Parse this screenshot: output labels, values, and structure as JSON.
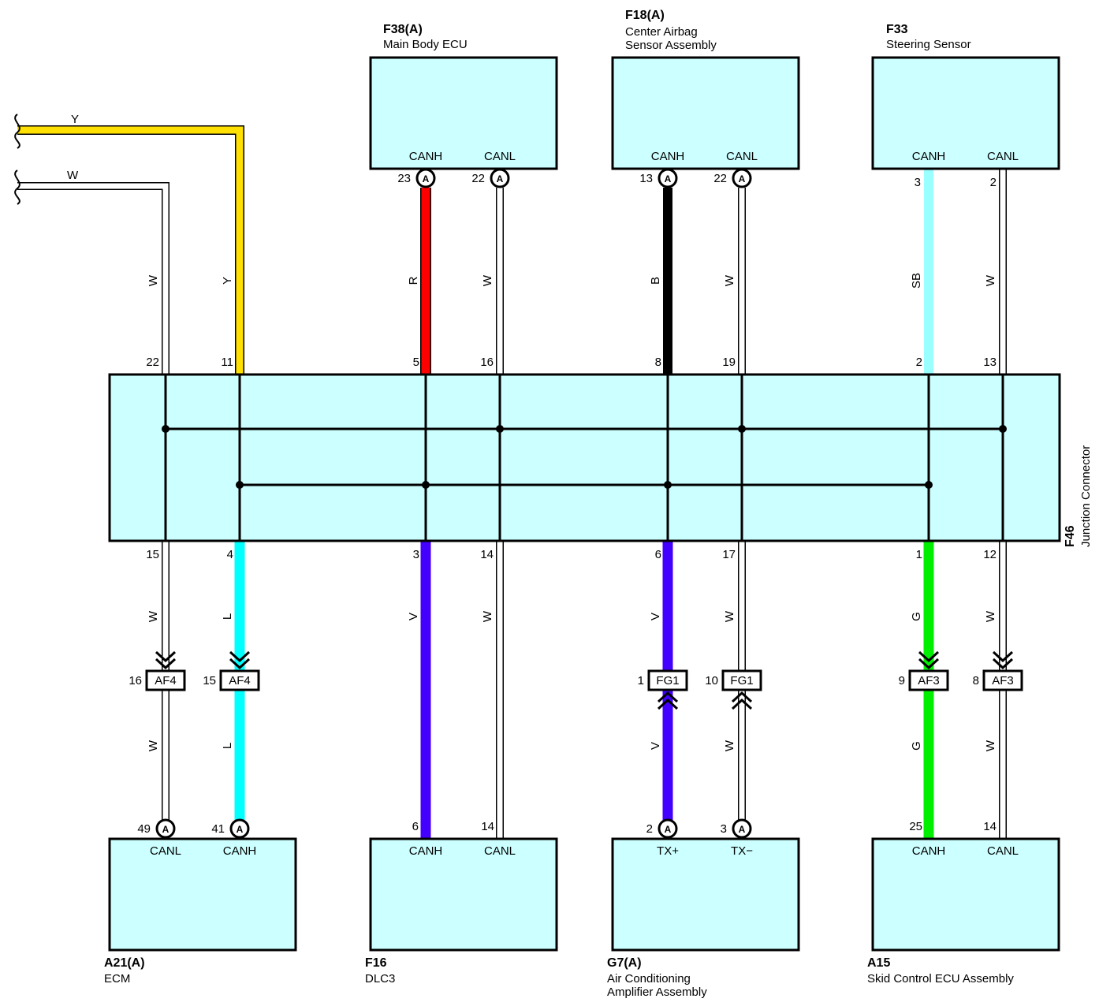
{
  "components": {
    "f38": {
      "id": "F38(A)",
      "name": "Main Body ECU"
    },
    "f18": {
      "id": "F18(A)",
      "name1": "Center Airbag",
      "name2": "Sensor Assembly"
    },
    "f33": {
      "id": "F33",
      "name": "Steering Sensor"
    },
    "a21": {
      "id": "A21(A)",
      "name": "ECM"
    },
    "f16": {
      "id": "F16",
      "name": "DLC3"
    },
    "g7": {
      "id": "G7(A)",
      "name1": "Air Conditioning",
      "name2": "Amplifier Assembly"
    },
    "a15": {
      "id": "A15",
      "name": "Skid Control ECU Assembly"
    },
    "f46": {
      "id": "F46",
      "name": "Junction Connector"
    }
  },
  "terminals": {
    "canh": "CANH",
    "canl": "CANL",
    "txp": "TX+",
    "txm": "TX−",
    "a": "A"
  },
  "connectors": {
    "af4": "AF4",
    "fg1": "FG1",
    "af3": "AF3"
  },
  "wire_colors": {
    "y": "Y",
    "w": "W",
    "r": "R",
    "b": "B",
    "sb": "SB",
    "l": "L",
    "v": "V",
    "g": "G"
  },
  "pins": {
    "f38_canh": "23",
    "f38_canl": "22",
    "f18_canh": "13",
    "f18_canl": "22",
    "f33_canh": "3",
    "f33_canl": "2",
    "j_top": [
      "22",
      "11",
      "5",
      "16",
      "8",
      "19",
      "2",
      "13"
    ],
    "j_bot": [
      "15",
      "4",
      "3",
      "14",
      "6",
      "17",
      "1",
      "12"
    ],
    "af4_1": "16",
    "af4_2": "15",
    "fg1_1": "1",
    "fg1_2": "10",
    "af3_1": "9",
    "af3_2": "8",
    "a21_canl": "49",
    "a21_canh": "41",
    "f16_canh": "6",
    "f16_canl": "14",
    "g7_txp": "2",
    "g7_txm": "3",
    "a15_canh": "25",
    "a15_canl": "14"
  },
  "colors": {
    "box_fill": "#ccffff",
    "yellow": "#ffe000",
    "red": "#ff0000",
    "black": "#000000",
    "sky_blue": "#99ffff",
    "light_blue": "#00ffff",
    "violet": "#4400ff",
    "green": "#00ee00"
  }
}
